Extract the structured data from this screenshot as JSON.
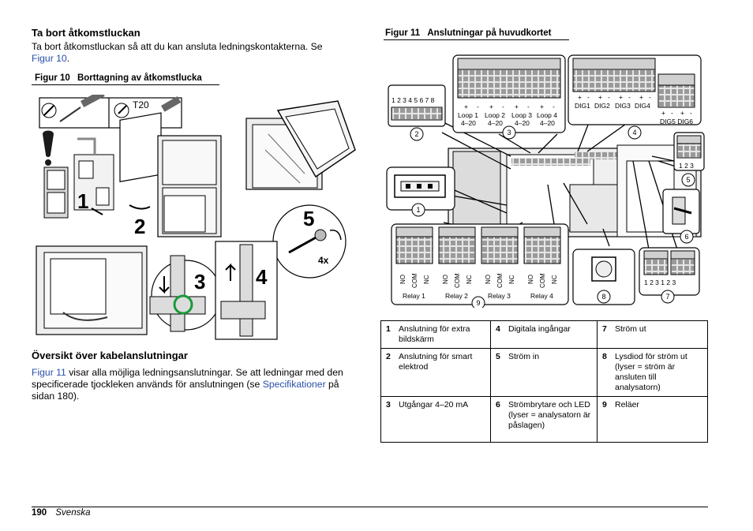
{
  "left": {
    "heading1": "Ta bort åtkomstluckan",
    "para1_text": "Ta bort åtkomstluckan så att du kan ansluta ledningskontakterna. Se",
    "para1_link": "Figur 10",
    "para1_end": ".",
    "fig10_label": "Figur 10",
    "fig10_title": "Borttagning av åtkomstlucka",
    "fig10_tool_label": "T20",
    "fig10_steps": [
      "1",
      "2",
      "3",
      "4",
      "5"
    ],
    "fig10_screw_count": "4x",
    "heading2": "Översikt över kabelanslutningar",
    "para2_link1": "Figur 11",
    "para2_text1": " visar alla möjliga ledningsanslutningar. Se att ledningar med den specificerade tjockleken används för anslutningen (se",
    "para2_link2": "Specifikationer",
    "para2_text2": " på sidan 180)."
  },
  "right": {
    "fig11_label": "Figur 11",
    "fig11_title": "Anslutningar på huvudkortet",
    "block2_pins": "1 2 3 4 5 6 7 8",
    "loop_signs": [
      "+",
      "-",
      "+",
      "-",
      "+",
      "-",
      "+",
      "-"
    ],
    "loops": [
      {
        "name": "Loop 1",
        "range": "4–20"
      },
      {
        "name": "Loop 2",
        "range": "4–20"
      },
      {
        "name": "Loop 3",
        "range": "4–20"
      },
      {
        "name": "Loop 4",
        "range": "4–20"
      }
    ],
    "dig_signs": [
      "+",
      "-",
      "+",
      "-",
      "+",
      "-",
      "+",
      "-"
    ],
    "digs": [
      "DIG1",
      "DIG2",
      "DIG3",
      "DIG4"
    ],
    "dig56_signs": [
      "+",
      "-",
      "+",
      "-"
    ],
    "dig56": "DIG5 DIG6",
    "pins_123": "1  2  3",
    "pins_123_123": "1  2  3   1  2  3",
    "relay_terminals": [
      "NO",
      "COM",
      "NC"
    ],
    "relays": [
      "Relay 1",
      "Relay 2",
      "Relay 3",
      "Relay 4"
    ],
    "callouts": [
      "1",
      "2",
      "3",
      "4",
      "5",
      "6",
      "7",
      "8",
      "9"
    ]
  },
  "legend": [
    [
      {
        "num": "1",
        "text": "Anslutning för extra bildskärm"
      },
      {
        "num": "4",
        "text": "Digitala ingångar"
      },
      {
        "num": "7",
        "text": "Ström ut"
      }
    ],
    [
      {
        "num": "2",
        "text": "Anslutning för smart elektrod"
      },
      {
        "num": "5",
        "text": "Ström in"
      },
      {
        "num": "8",
        "text": "Lysdiod för ström ut (lyser = ström är ansluten till analysatorn)"
      }
    ],
    [
      {
        "num": "3",
        "text": "Utgångar 4–20 mA"
      },
      {
        "num": "6",
        "text": "Strömbrytare och LED (lyser = analysatorn är påslagen)"
      },
      {
        "num": "9",
        "text": "Reläer"
      }
    ]
  ],
  "footer": {
    "page": "190",
    "language": "Svenska"
  }
}
